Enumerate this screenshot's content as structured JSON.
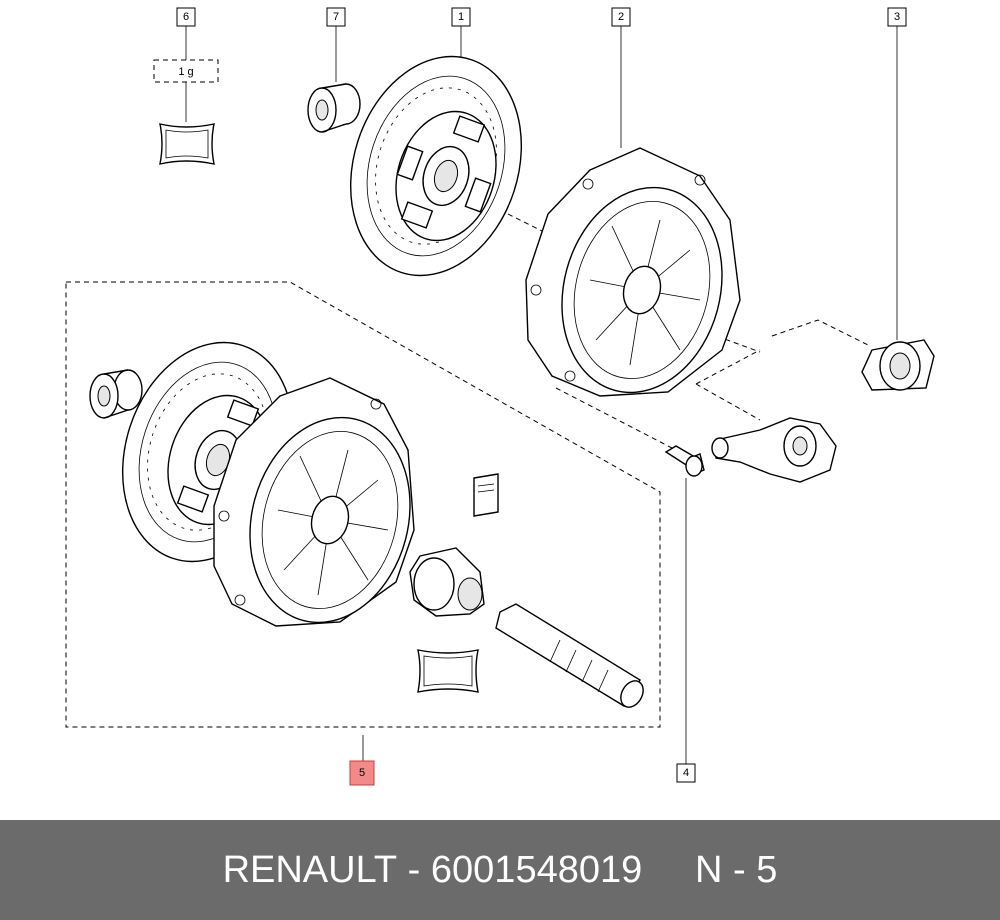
{
  "callouts": {
    "c1": "1",
    "c2": "2",
    "c3": "3",
    "c4": "4",
    "c5": "5",
    "c6": "6",
    "c7": "7"
  },
  "grease_qty": "1 g",
  "footer": {
    "brand": "RENAULT",
    "separator": " - ",
    "part_number": "6001548019",
    "gap": "     ",
    "ref_label": "N - 5"
  },
  "colors": {
    "footer_bg": "#6b6b6b",
    "footer_text": "#ffffff",
    "highlight": "#f28a8a"
  }
}
